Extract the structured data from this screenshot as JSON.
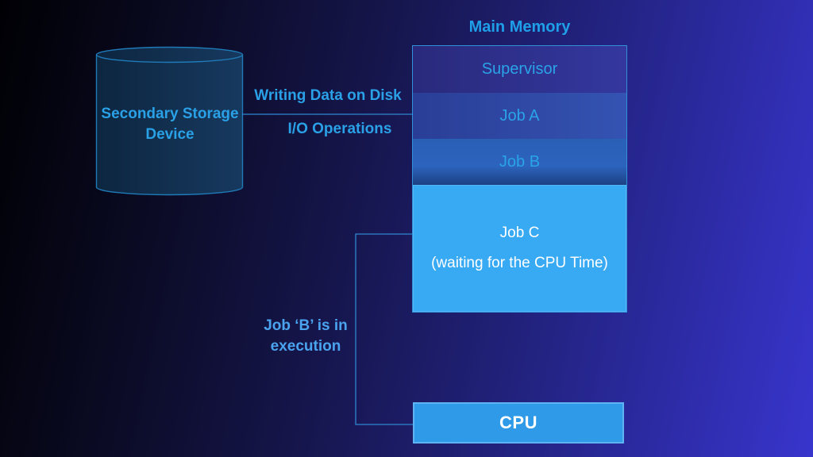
{
  "main_memory": {
    "title": "Main Memory",
    "sections": [
      {
        "label": "Supervisor"
      },
      {
        "label": "Job A"
      },
      {
        "label": "Job B"
      },
      {
        "label": "Job C",
        "sublabel": "(waiting for the CPU Time)"
      }
    ]
  },
  "storage": {
    "label": "Secondary Storage Device"
  },
  "connections": {
    "write_label": "Writing Data on Disk",
    "io_label": "I/O Operations",
    "execution_label": "Job ‘B’ is in execution"
  },
  "cpu": {
    "label": "CPU"
  },
  "colors": {
    "background_left": "#000005",
    "background_right": "#3835cd",
    "accent_text": "#2aa0e6",
    "title_text": "#1e9fe8",
    "line": "#2f86d0",
    "supervisor_fill": "#2c2d8a",
    "job_a_fill": "#2e46a4",
    "job_b_fill": "#2a5fb6",
    "job_c_fill": "#38a9f3",
    "cpu_fill": "#2e9ae8",
    "cylinder_fill": "#0f2c49",
    "white_text": "#ffffff"
  }
}
